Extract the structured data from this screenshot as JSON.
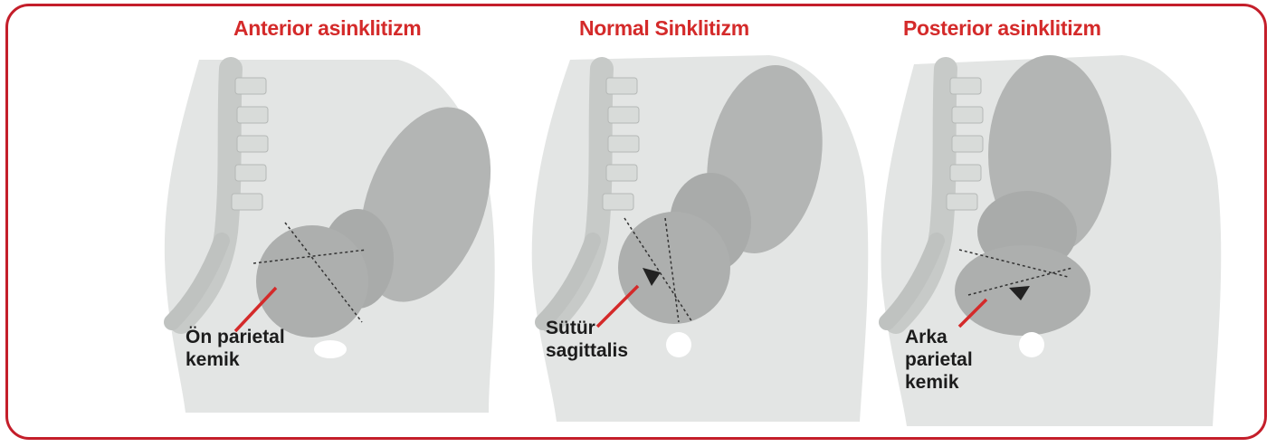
{
  "colors": {
    "frame": "#c41e2a",
    "title": "#d42a2a",
    "pointer": "#d42a2a",
    "body": "#e3e5e4",
    "bone": "#cfd2d0",
    "fetus": "#b3b5b4",
    "fetus_shade": "#9fa1a0"
  },
  "panels": [
    {
      "title": "Anterior asinklitizm",
      "label_lines": [
        "Ön parietal",
        "kemik"
      ]
    },
    {
      "title": "Normal Sinklitizm",
      "label_lines": [
        "Sütür",
        "sagittalis"
      ]
    },
    {
      "title": "Posterior asinklitizm",
      "label_lines": [
        "Arka",
        "parietal",
        "kemik"
      ]
    }
  ]
}
